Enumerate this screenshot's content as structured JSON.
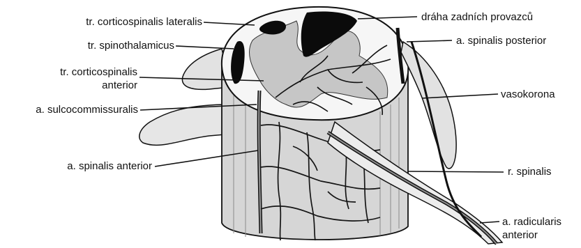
{
  "figure": {
    "labels_left": {
      "corticospinalis_lateralis": "tr. corticospinalis lateralis",
      "spinothalamicus": "tr. spinothalamicus",
      "corticospinalis_anterior_line1": "tr. corticospinalis",
      "corticospinalis_anterior_line2": "anterior",
      "sulcocommissuralis": "a. sulcocommissuralis",
      "spinalis_anterior": "a. spinalis anterior"
    },
    "labels_right": {
      "draha_zadnich_provazcu": "dráha zadních provazců",
      "spinalis_posterior": "a. spinalis posterior",
      "vasokorona": "vasokorona",
      "r_spinalis": "r. spinalis",
      "radicularis_line1": "a. radicularis",
      "radicularis_line2": "anterior"
    },
    "colors": {
      "ink": "#111111",
      "grey_matter": "#c8c8c8",
      "cord_surface": "#dcdcdc",
      "white_matter": "#f4f4f4",
      "vessel": "#1a1a1a"
    }
  }
}
